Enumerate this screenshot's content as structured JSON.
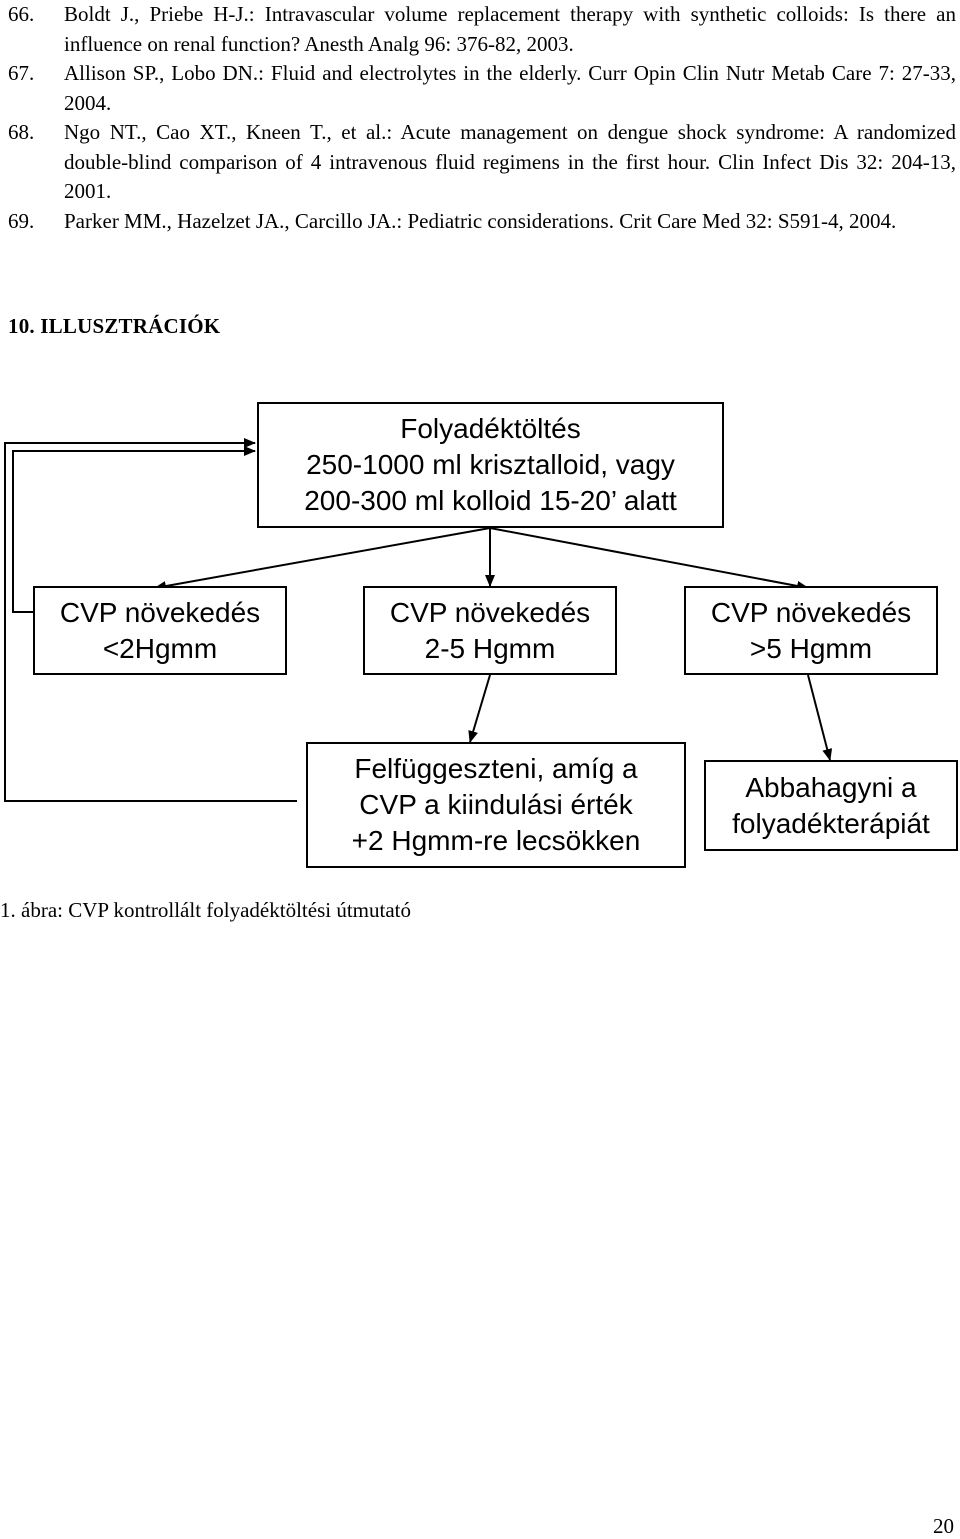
{
  "references": [
    {
      "num": "66.",
      "text": "Boldt J., Priebe H-J.: Intravascular volume replacement therapy with synthetic colloids: Is there an influence on renal function? Anesth Analg 96: 376-82, 2003."
    },
    {
      "num": "67.",
      "text": "Allison SP., Lobo DN.: Fluid and electrolytes in the elderly. Curr Opin Clin Nutr Metab Care 7: 27-33, 2004."
    },
    {
      "num": "68.",
      "text": "Ngo NT., Cao XT., Kneen T., et al.: Acute management on dengue shock syndrome: A randomized double-blind comparison of 4 intravenous fluid regimens in the first hour. Clin Infect Dis 32: 204-13, 2001."
    },
    {
      "num": "69.",
      "text": "Parker MM., Hazelzet JA., Carcillo JA.: Pediatric considerations. Crit Care Med 32: S591-4, 2004."
    }
  ],
  "section_heading": "10. ILLUSZTRÁCIÓK",
  "diagram": {
    "top_box": [
      "Folyadéktöltés",
      "250-1000 ml krisztalloid, vagy",
      "200-300 ml kolloid 15-20’ alatt"
    ],
    "left_box": [
      "CVP növekedés",
      "<2Hgmm"
    ],
    "middle_box": [
      "CVP növekedés",
      "2-5 Hgmm"
    ],
    "right_box": [
      "CVP növekedés",
      ">5 Hgmm"
    ],
    "suspend_box": [
      "Felfüggeszteni, amíg a",
      "CVP a kiindulási érték",
      "+2 Hgmm-re lecsökken"
    ],
    "stop_box": [
      "Abbahagyni a",
      "folyadékterápiát"
    ]
  },
  "caption": "1. ábra: CVP kontrollált folyadéktöltési útmutató",
  "page_number": "20"
}
